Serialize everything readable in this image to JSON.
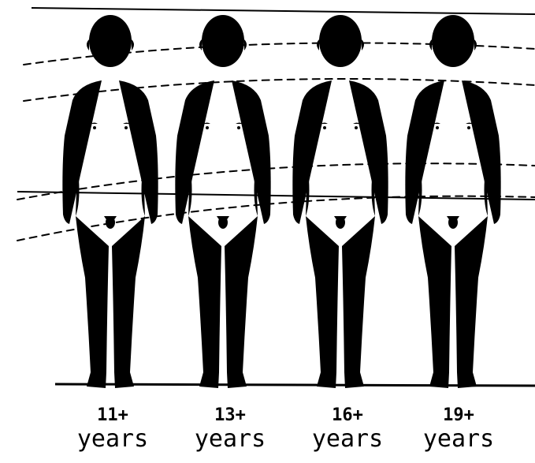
{
  "figures": [
    {
      "age": "11+",
      "unit": "years"
    },
    {
      "age": "13+",
      "unit": "years"
    },
    {
      "age": "16+",
      "unit": "years"
    },
    {
      "age": "19+",
      "unit": "years"
    }
  ]
}
